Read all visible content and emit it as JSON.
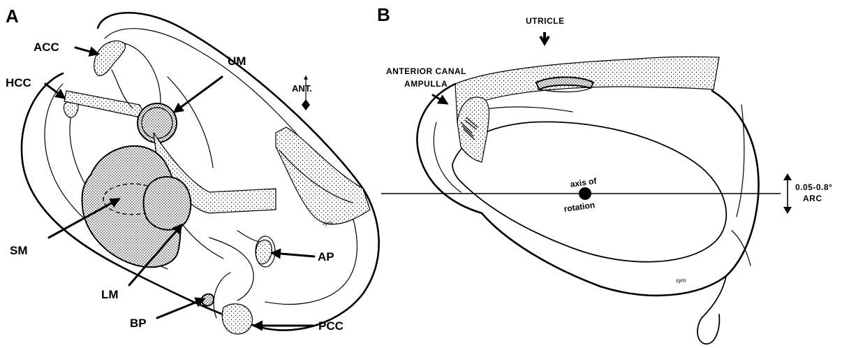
{
  "panel_a": {
    "letter": "A",
    "labels": {
      "acc": "ACC",
      "hcc": "HCC",
      "um": "UM",
      "ant": "ANT.",
      "sm": "SM",
      "lm": "LM",
      "bp": "BP",
      "ap": "AP",
      "pcc": "PCC"
    },
    "signature": "sym"
  },
  "panel_b": {
    "letter": "B",
    "labels": {
      "utricle": "UTRICLE",
      "anterior_canal": "ANTERIOR CANAL",
      "ampulla": "AMPULLA",
      "axis_line1": "axis of",
      "axis_line2": "rotation",
      "arc_value": "0.05-0.8°",
      "arc_unit": "ARC"
    },
    "signature": "sym"
  }
}
